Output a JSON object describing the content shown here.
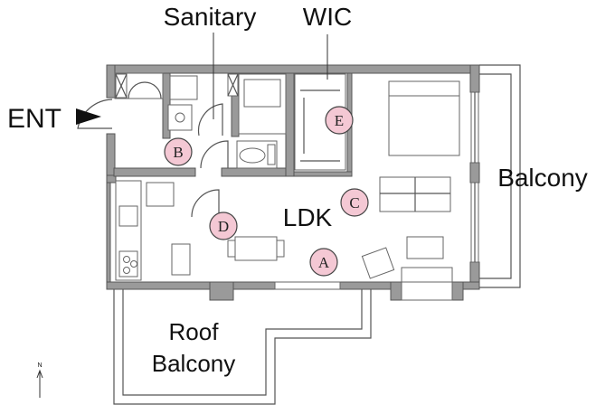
{
  "labels": {
    "sanitary": "Sanitary",
    "wic": "WIC",
    "ent": "ENT",
    "balcony": "Balcony",
    "ldk": "LDK",
    "roof_line1": "Roof",
    "roof_line2": "Balcony",
    "north": "N"
  },
  "markers": {
    "a": "A",
    "b": "B",
    "c": "C",
    "d": "D",
    "e": "E"
  },
  "colors": {
    "wall": "#9a9a9a",
    "marker_fill": "#f4c8d4",
    "line": "#555555"
  }
}
